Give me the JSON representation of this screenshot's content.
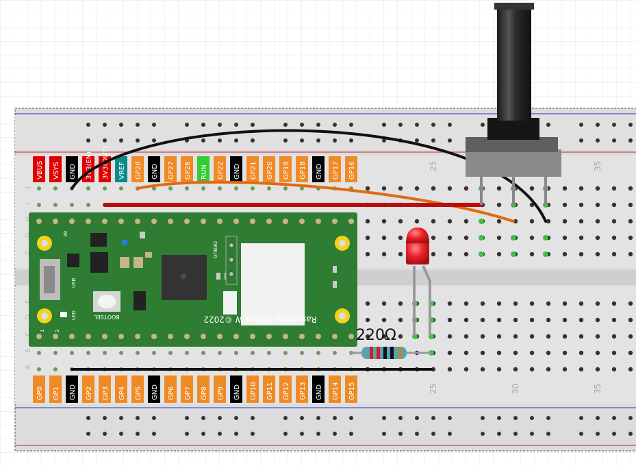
{
  "breadboard": {
    "column_markers": [
      "25",
      "30",
      "35"
    ],
    "row_letters_top": [
      "J",
      "I",
      "H",
      "G",
      "F"
    ],
    "row_letters_bottom": [
      "E",
      "D",
      "C",
      "B",
      "A"
    ]
  },
  "pico": {
    "top_pins": [
      "VBUS",
      "VSYS",
      "GND",
      "3V3(EN)",
      "3V3(OUT)",
      "VREF",
      "GP28",
      "GND",
      "GP27",
      "GP26",
      "RUN",
      "GP22",
      "GND",
      "GP21",
      "GP20",
      "GP19",
      "GP18",
      "GND",
      "GP17",
      "GP16"
    ],
    "bottom_pins": [
      "GP0",
      "GP1",
      "GND",
      "GP2",
      "GP3",
      "GP4",
      "GP5",
      "GND",
      "GP6",
      "GP7",
      "GP8",
      "GP9",
      "GND",
      "GP10",
      "GP11",
      "GP12",
      "GP13",
      "GND",
      "GP14",
      "GP15"
    ],
    "board_text": "Raspberry Pi Pico W ©2022",
    "bootsel_label": "BOOTSEL",
    "debug_label": "DEBUG",
    "usb_label": "USB",
    "led_label": "LED",
    "pin_39": "39",
    "pin_1": "1",
    "pin_2": "2",
    "colors": {
      "board": "#2e7d32",
      "gnd_label": "#000000",
      "gp_label": "#f08a24",
      "power_label": "#e00000",
      "run_label": "#33cc33",
      "vref_label": "#0b8a8a"
    }
  },
  "resistor": {
    "label": "220Ω"
  },
  "components": {
    "led_color": "#e8202a",
    "potentiometer_color": "#2a2a2a",
    "wire_colors": {
      "black": "#111111",
      "orange": "#e06a12",
      "red": "#cc1111"
    }
  }
}
